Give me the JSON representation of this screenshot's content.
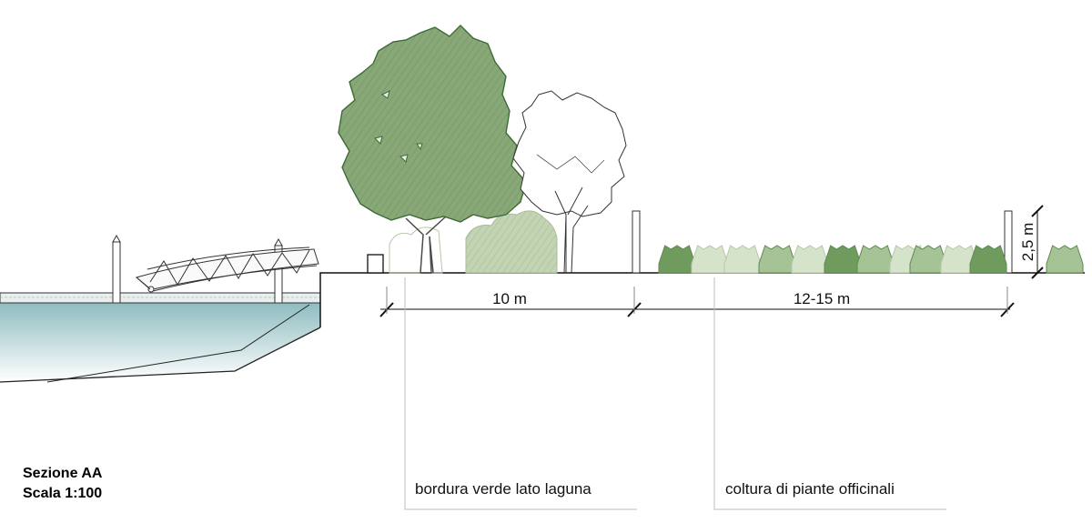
{
  "title": {
    "line1": "Sezione AA",
    "line2": "Scala 1:100"
  },
  "dimensions": {
    "border_width": "10 m",
    "crop_width": "12-15 m",
    "fence_height": "2,5 m"
  },
  "callouts": {
    "border": "bordura verde lato laguna",
    "crop": "coltura di piante officinali"
  },
  "colors": {
    "water_top": "#8fbcc0",
    "water_bottom": "#ffffff",
    "tree_dark": "#7a9e6a",
    "tree_outline": "#3e6a37",
    "tree_light": "#b5c9a4",
    "shrub_dark": "#6f9c5e",
    "shrub_mid": "#a5c394",
    "shrub_light": "#d6e3cb",
    "line": "#111111",
    "guide": "#bdbdbd"
  }
}
